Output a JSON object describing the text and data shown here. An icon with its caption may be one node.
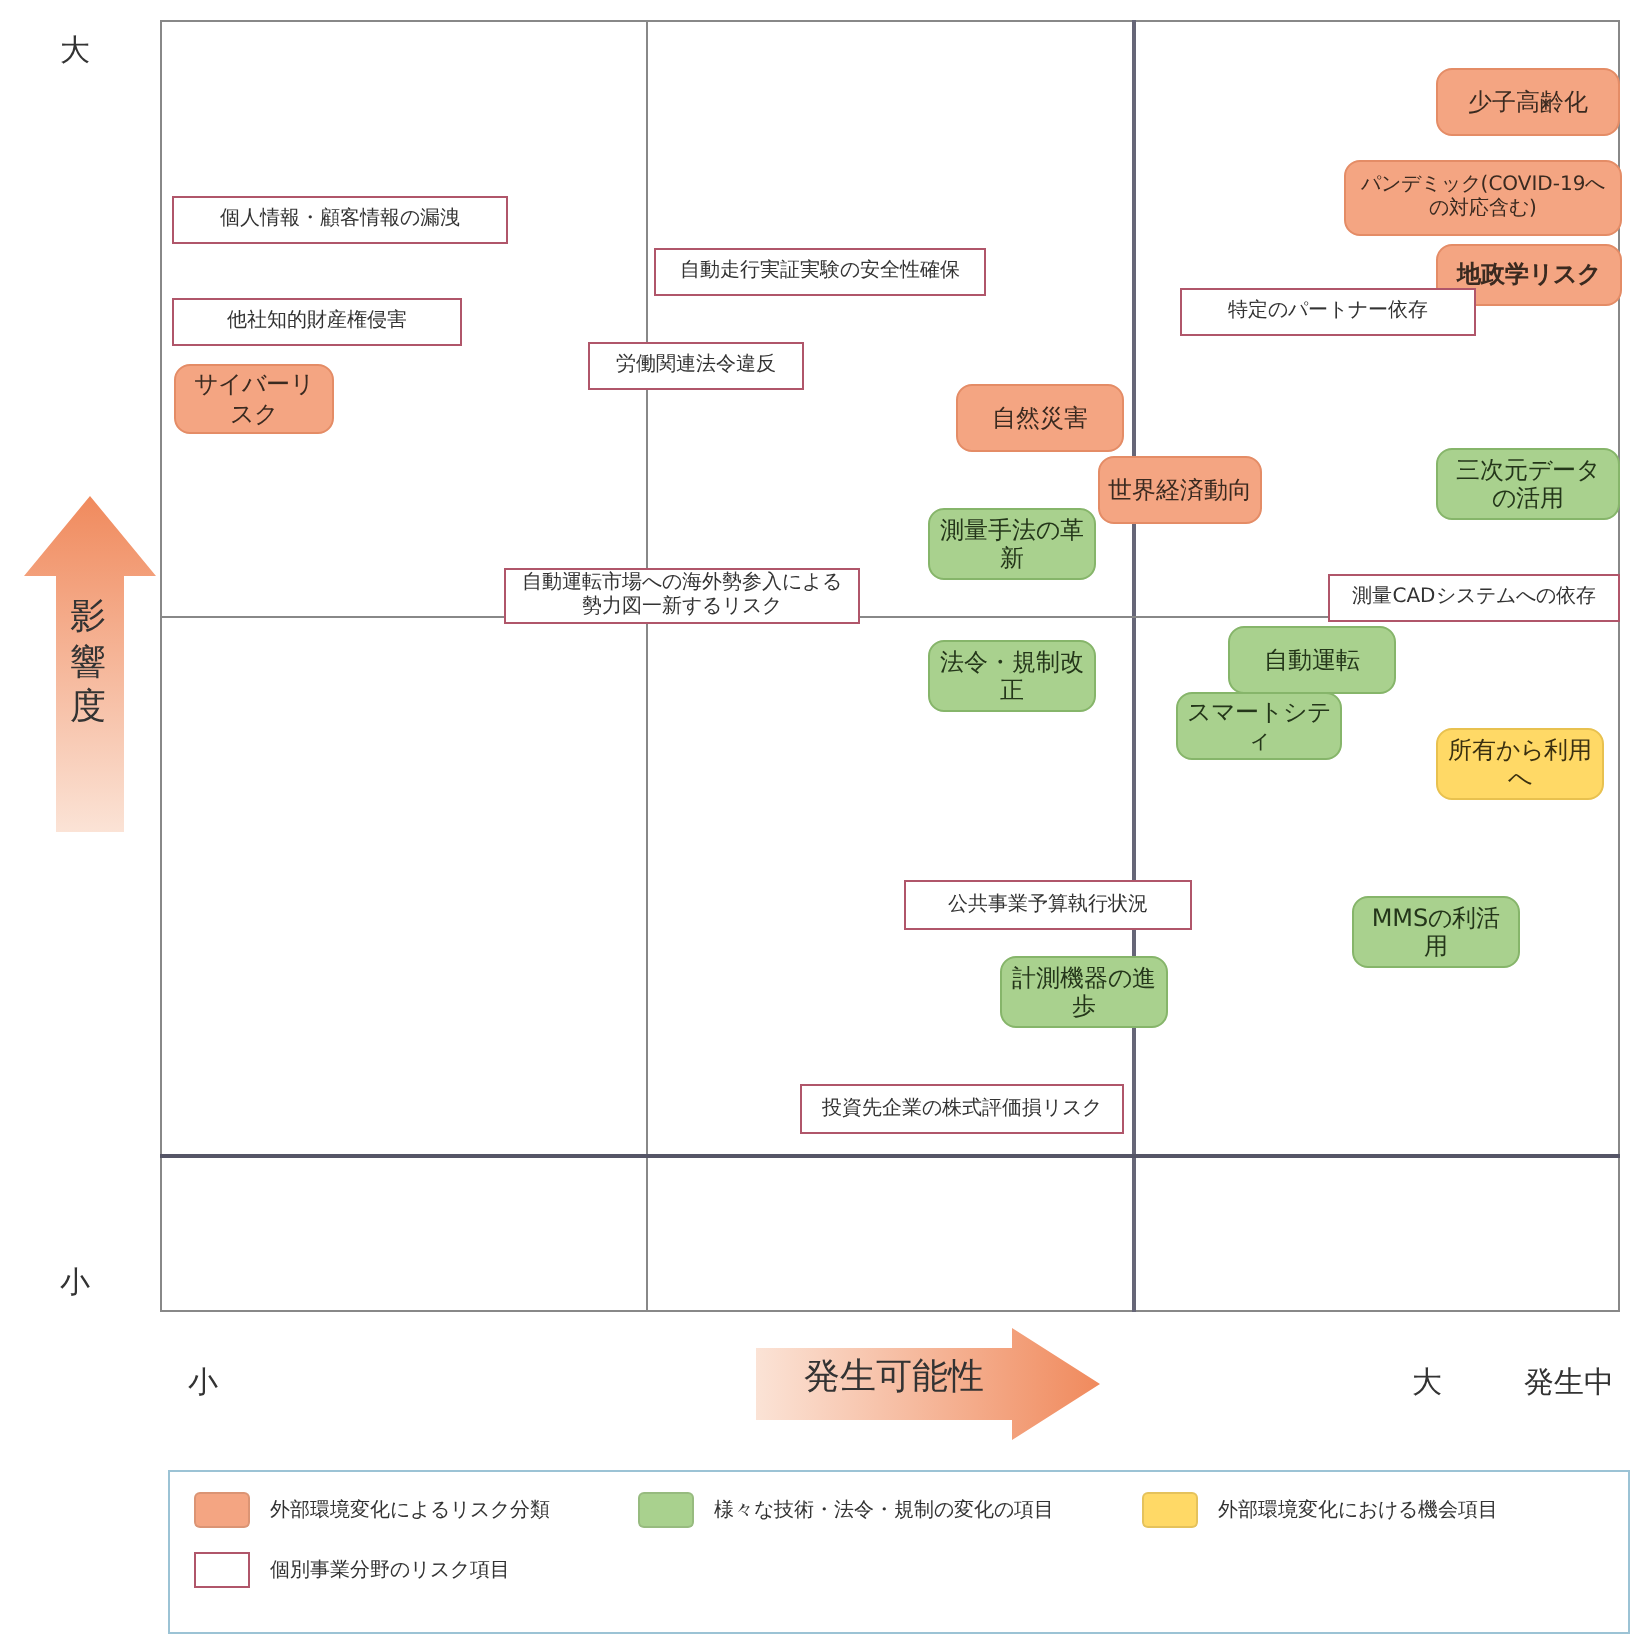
{
  "diagram": {
    "nodes": [
      {
        "text": [
          "少子高齢化"
        ]
      },
      {
        "text": [
          "個人情報・顧客情報の漏洩"
        ]
      },
      {
        "text": [
          "パンデミック(COVID-19への対応含む)"
        ]
      },
      {
        "text": [
          "自動走行実証実験の安全性確保"
        ]
      },
      {
        "text": [
          "地政学リスク"
        ]
      },
      {
        "text": [
          "特定のパートナー依存"
        ]
      },
      {
        "text": [
          "他社知的財産権侵害"
        ]
      },
      {
        "text": [
          "サイバーリスク"
        ]
      },
      {
        "text": [
          "労働関連法令違反"
        ]
      },
      {
        "text": [
          "自然災害"
        ]
      },
      {
        "text": [
          "世界経済動向"
        ]
      },
      {
        "text": [
          "三次元データの活用"
        ]
      },
      {
        "text": [
          "測量手法の革新"
        ]
      },
      {
        "text": [
          "自動運転市場への海外勢参入による勢力図一新するリスク"
        ]
      },
      {
        "text": [
          "測量CADシステムへの依存"
        ]
      },
      {
        "text": [
          "法令・規制改正"
        ]
      },
      {
        "text": [
          "自動運転"
        ]
      },
      {
        "text": [
          "スマートシティ"
        ]
      },
      {
        "text": [
          "所有から利用へ"
        ]
      },
      {
        "text": [
          "公共事業予算執行状況"
        ]
      },
      {
        "text": [
          "MMSの利活用"
        ]
      },
      {
        "text": [
          "計測機器の進歩"
        ]
      },
      {
        "text": [
          "投資先企業の株式評価損リスク"
        ]
      }
    ],
    "labels": [
      "大",
      "影響度",
      "小",
      "小",
      "発生可能性",
      "大",
      "発生中"
    ],
    "legend": [
      {
        "text": "外部環境変化によるリスク分類",
        "color": "#f4a582"
      },
      {
        "text": "様々な技術・法令・規制の変化の項目",
        "color": "#a9d18e"
      },
      {
        "text": "外部環境変化における機会項目",
        "color": "#ffd966"
      },
      {
        "text": "個別事業分野のリスク項目"
      }
    ]
  }
}
